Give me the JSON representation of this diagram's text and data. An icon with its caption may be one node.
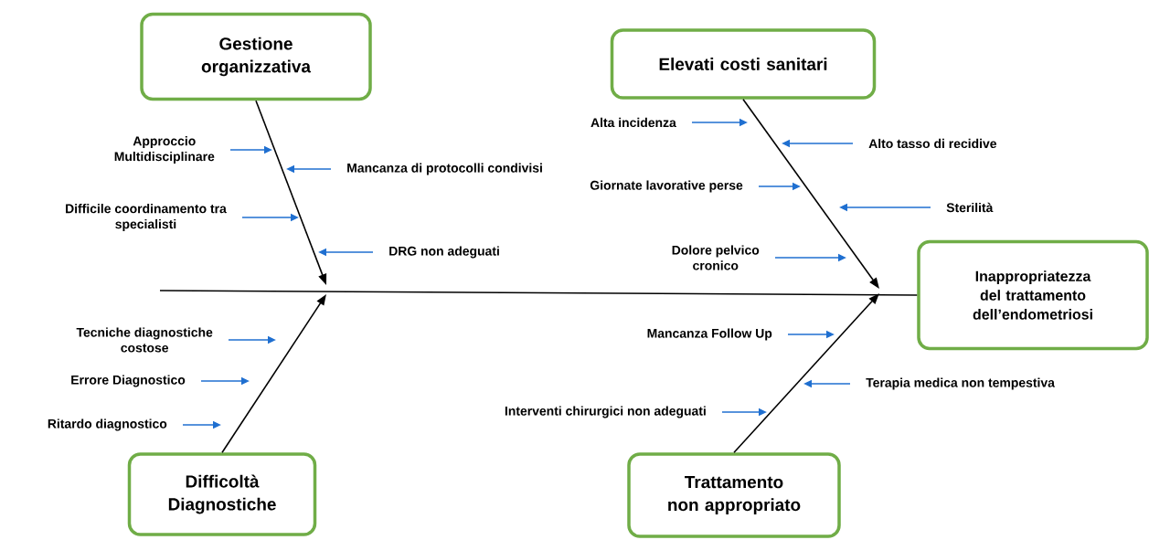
{
  "diagram": {
    "nodes": [
      {
        "text": [
          "Gestione organizzativa"
        ]
      },
      {
        "text": [
          "Elevati costi sanitari"
        ]
      },
      {
        "text": [
          "Inappropriatezza del trattamento dell’endometriosi"
        ]
      },
      {
        "text": [
          "Difficoltà Diagnostiche"
        ]
      },
      {
        "text": [
          "Trattamento non appropriato"
        ]
      },
      {
        "text": [
          "Approccio Multidisciplinare"
        ]
      },
      {
        "text": [
          "Mancanza di protocolli condivisi"
        ]
      },
      {
        "text": [
          "Difficile coordinamento tra specialisti"
        ]
      },
      {
        "text": [
          "DRG non adeguati"
        ]
      },
      {
        "text": [
          "Tecniche diagnostiche costose"
        ]
      },
      {
        "text": [
          "Errore Diagnostico"
        ]
      },
      {
        "text": [
          "Ritardo diagnostico"
        ]
      },
      {
        "text": [
          "Alta incidenza"
        ]
      },
      {
        "text": [
          "Alto tasso di recidive"
        ]
      },
      {
        "text": [
          "Giornate lavorative perse"
        ]
      },
      {
        "text": [
          "Sterilità"
        ]
      },
      {
        "text": [
          "Dolore pelvico cronico"
        ]
      },
      {
        "text": [
          "Mancanza Follow Up"
        ]
      },
      {
        "text": [
          "Terapia medica non tempestiva"
        ]
      },
      {
        "text": [
          "Interventi chirurgici non adeguati"
        ]
      }
    ],
    "edges": [
      {
        "from": 0,
        "to": null,
        "arrow": "to",
        "color": "#000000"
      },
      {
        "from": 1,
        "to": null,
        "arrow": "to",
        "color": "#000000"
      },
      {
        "from": 3,
        "to": null,
        "arrow": "to",
        "color": "#000000"
      },
      {
        "from": 4,
        "to": null,
        "arrow": "to",
        "color": "#000000"
      },
      {
        "from": null,
        "to": 2,
        "arrow": "none",
        "color": "#000000"
      },
      {
        "from": 5,
        "to": null,
        "arrow": "to"
      },
      {
        "from": 6,
        "to": null,
        "arrow": "to"
      },
      {
        "from": 7,
        "to": null,
        "arrow": "to"
      },
      {
        "from": 8,
        "to": null,
        "arrow": "to"
      },
      {
        "from": 9,
        "to": null,
        "arrow": "to"
      },
      {
        "from": 10,
        "to": null,
        "arrow": "to"
      },
      {
        "from": 11,
        "to": null,
        "arrow": "to"
      },
      {
        "from": 12,
        "to": null,
        "arrow": "to"
      },
      {
        "from": 13,
        "to": null,
        "arrow": "to"
      },
      {
        "from": 14,
        "to": null,
        "arrow": "to"
      },
      {
        "from": 15,
        "to": null,
        "arrow": "to"
      },
      {
        "from": 16,
        "to": null,
        "arrow": "to"
      },
      {
        "from": 17,
        "to": null,
        "arrow": "to"
      },
      {
        "from": 18,
        "to": null,
        "arrow": "to"
      },
      {
        "from": 19,
        "to": null,
        "arrow": "to"
      }
    ]
  }
}
